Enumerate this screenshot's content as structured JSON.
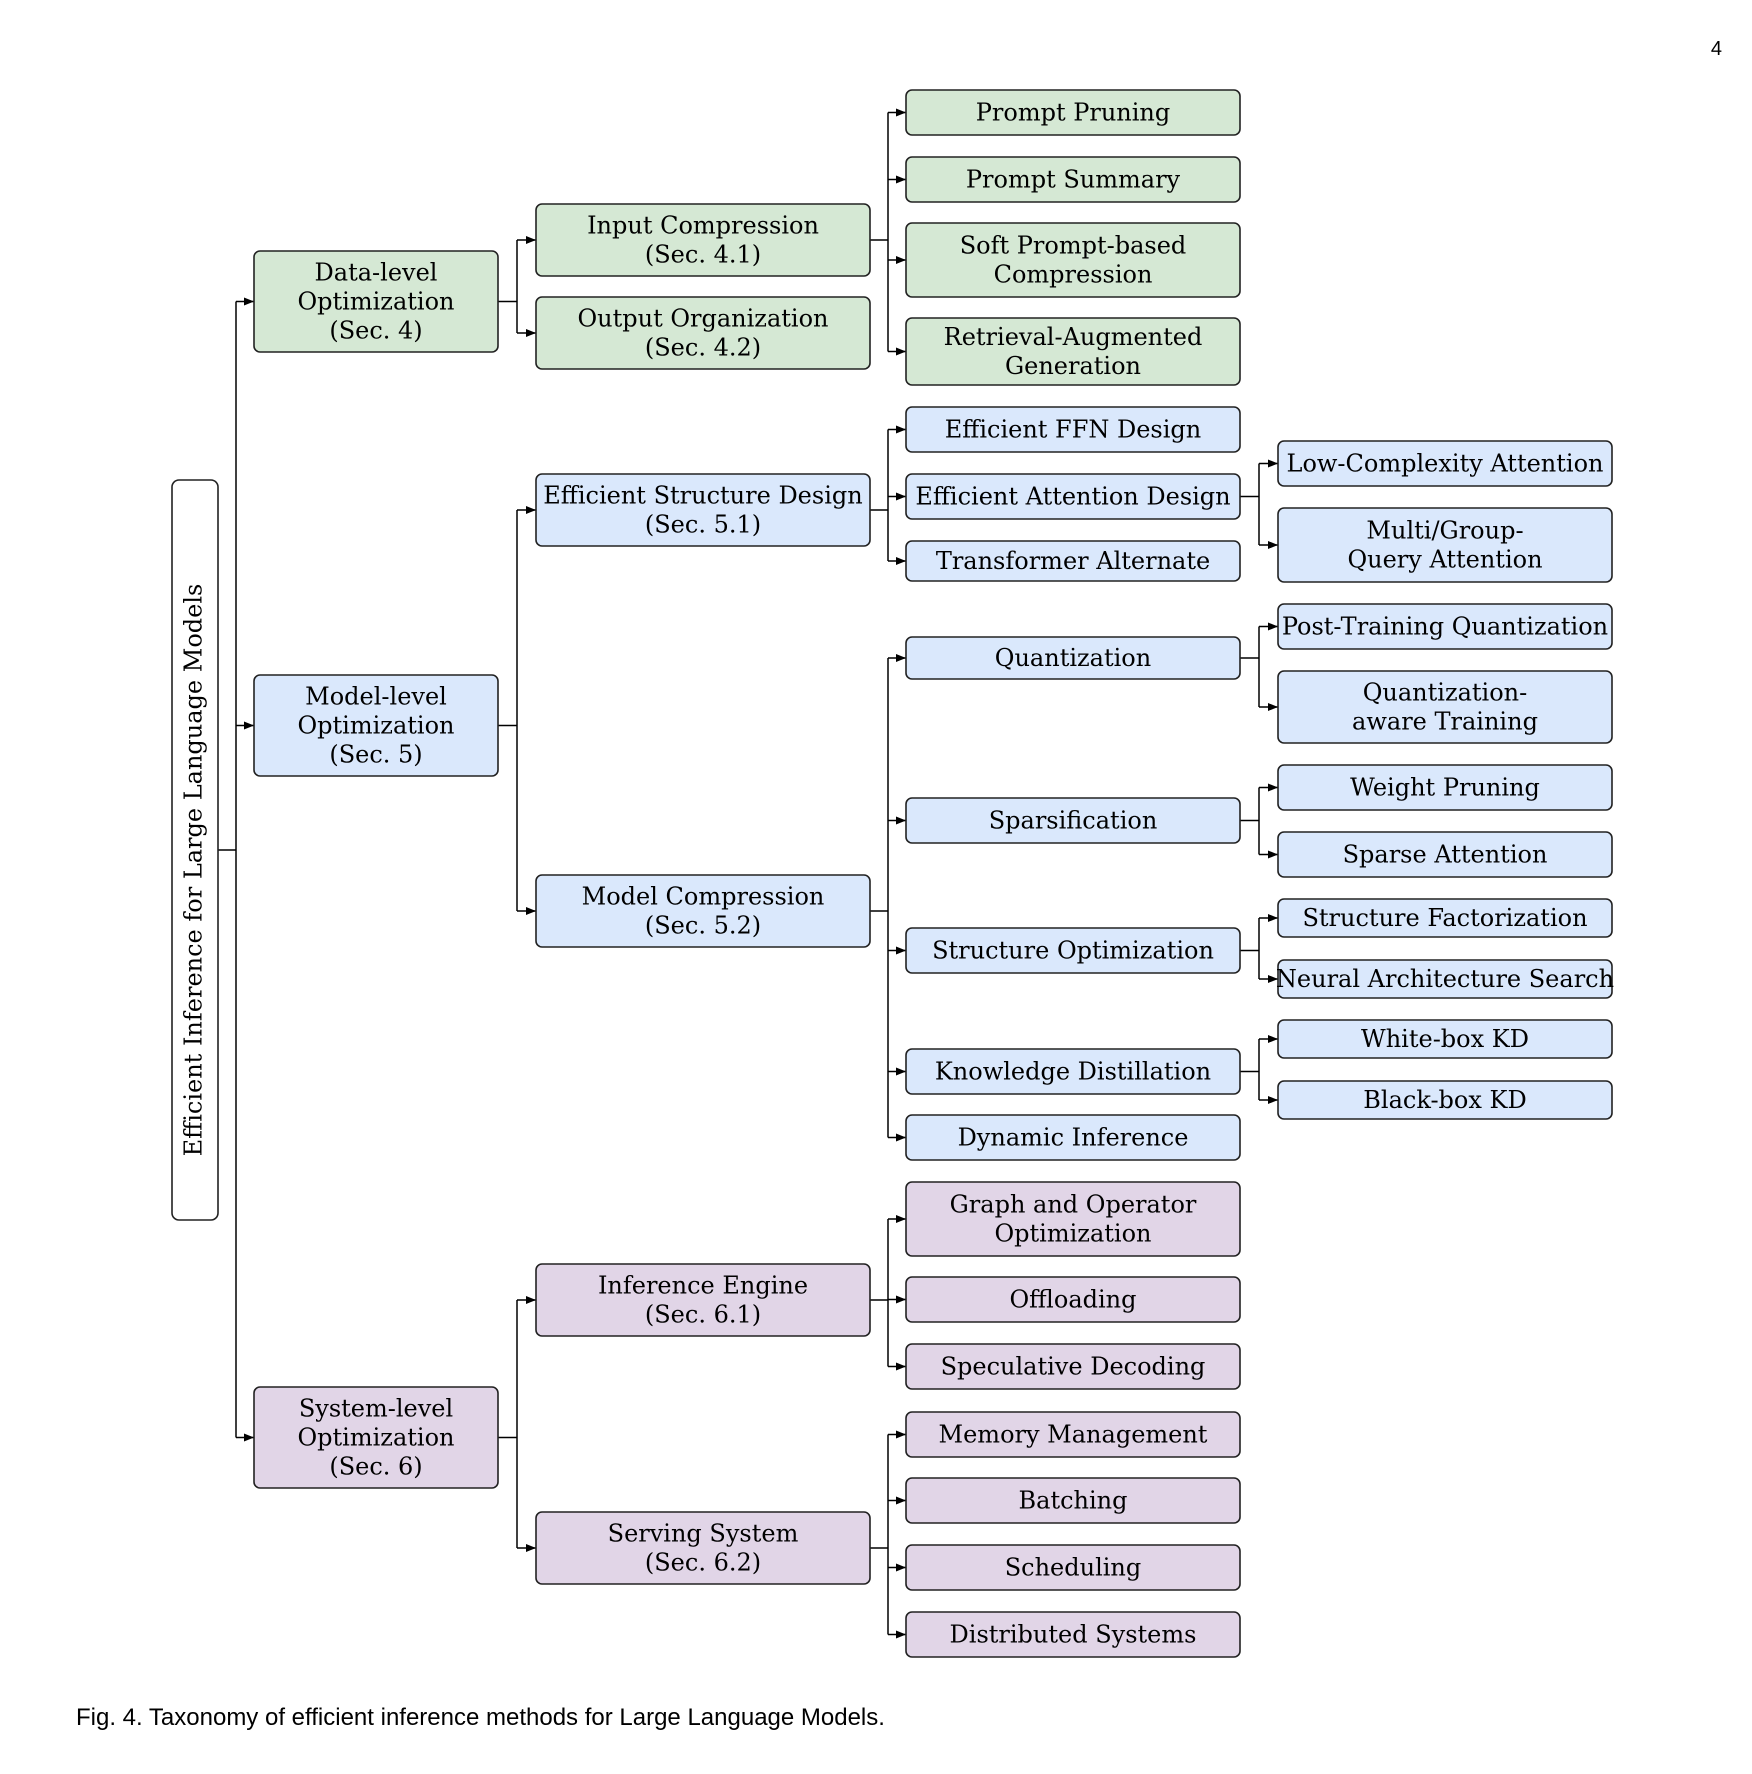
{
  "page_number": "4",
  "caption": "Fig. 4. Taxonomy of efficient inference methods for Large Language Models.",
  "colors": {
    "data_level": "#d5e8d4",
    "model_level": "#dae8fc",
    "system_level": "#e1d5e7",
    "border": "#222222",
    "root": "#ffffff"
  },
  "root": {
    "label": "Efficient Inference for Large Language Models"
  },
  "level1": {
    "data": [
      "Data-level",
      "Optimization",
      "(Sec. 4)"
    ],
    "model": [
      "Model-level",
      "Optimization",
      "(Sec. 5)"
    ],
    "system": [
      "System-level",
      "Optimization",
      "(Sec. 6)"
    ]
  },
  "level2": {
    "input": [
      "Input Compression",
      "(Sec. 4.1)"
    ],
    "output": [
      "Output Organization",
      "(Sec. 4.2)"
    ],
    "structure": [
      "Efficient Structure Design",
      "(Sec. 5.1)"
    ],
    "compression": [
      "Model Compression",
      "(Sec. 5.2)"
    ],
    "engine": [
      "Inference Engine",
      "(Sec. 6.1)"
    ],
    "serving": [
      "Serving System",
      "(Sec. 6.2)"
    ]
  },
  "level3": {
    "prompt_pruning": [
      "Prompt Pruning"
    ],
    "prompt_summary": [
      "Prompt Summary"
    ],
    "soft_prompt": [
      "Soft Prompt-based",
      "Compression"
    ],
    "rag": [
      "Retrieval-Augmented",
      "Generation"
    ],
    "ffn": [
      "Efficient FFN Design"
    ],
    "attention": [
      "Efficient Attention Design"
    ],
    "transformer_alt": [
      "Transformer Alternate"
    ],
    "quantization": [
      "Quantization"
    ],
    "sparsification": [
      "Sparsification"
    ],
    "structure_opt": [
      "Structure Optimization"
    ],
    "kd": [
      "Knowledge Distillation"
    ],
    "dynamic": [
      "Dynamic Inference"
    ],
    "graph_op": [
      "Graph and Operator",
      "Optimization"
    ],
    "offloading": [
      "Offloading"
    ],
    "speculative": [
      "Speculative Decoding"
    ],
    "memory": [
      "Memory Management"
    ],
    "batching": [
      "Batching"
    ],
    "scheduling": [
      "Scheduling"
    ],
    "distributed": [
      "Distributed Systems"
    ]
  },
  "level4": {
    "low_complexity": [
      "Low-Complexity Attention"
    ],
    "mqa": [
      "Multi/Group-",
      "Query Attention"
    ],
    "ptq": [
      "Post-Training Quantization"
    ],
    "qat": [
      "Quantization-",
      "aware Training"
    ],
    "weight_pruning": [
      "Weight Pruning"
    ],
    "sparse_attention": [
      "Sparse Attention"
    ],
    "factorization": [
      "Structure Factorization"
    ],
    "nas": [
      "Neural Architecture Search"
    ],
    "whitebox": [
      "White-box KD"
    ],
    "blackbox": [
      "Black-box KD"
    ]
  },
  "hierarchy": [
    [
      "root",
      "data"
    ],
    [
      "root",
      "model"
    ],
    [
      "root",
      "system"
    ],
    [
      "data",
      "input"
    ],
    [
      "data",
      "output"
    ],
    [
      "model",
      "structure"
    ],
    [
      "model",
      "compression"
    ],
    [
      "system",
      "engine"
    ],
    [
      "system",
      "serving"
    ],
    [
      "input",
      "prompt_pruning"
    ],
    [
      "input",
      "prompt_summary"
    ],
    [
      "input",
      "soft_prompt"
    ],
    [
      "input",
      "rag"
    ],
    [
      "structure",
      "ffn"
    ],
    [
      "structure",
      "attention"
    ],
    [
      "structure",
      "transformer_alt"
    ],
    [
      "attention",
      "low_complexity"
    ],
    [
      "attention",
      "mqa"
    ],
    [
      "compression",
      "quantization"
    ],
    [
      "compression",
      "sparsification"
    ],
    [
      "compression",
      "structure_opt"
    ],
    [
      "compression",
      "kd"
    ],
    [
      "compression",
      "dynamic"
    ],
    [
      "quantization",
      "ptq"
    ],
    [
      "quantization",
      "qat"
    ],
    [
      "sparsification",
      "weight_pruning"
    ],
    [
      "sparsification",
      "sparse_attention"
    ],
    [
      "structure_opt",
      "factorization"
    ],
    [
      "structure_opt",
      "nas"
    ],
    [
      "kd",
      "whitebox"
    ],
    [
      "kd",
      "blackbox"
    ],
    [
      "engine",
      "graph_op"
    ],
    [
      "engine",
      "offloading"
    ],
    [
      "engine",
      "speculative"
    ],
    [
      "serving",
      "memory"
    ],
    [
      "serving",
      "batching"
    ],
    [
      "serving",
      "scheduling"
    ],
    [
      "serving",
      "distributed"
    ]
  ]
}
